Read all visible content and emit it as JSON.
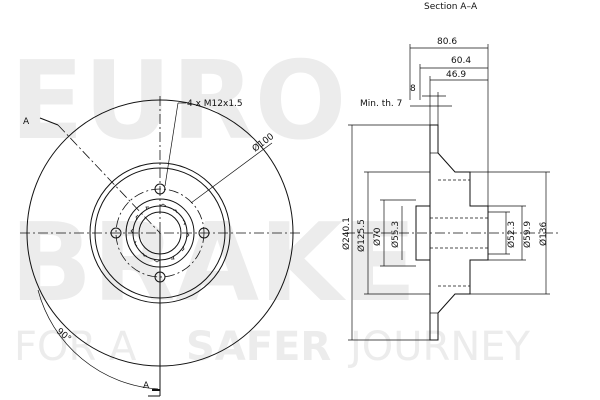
{
  "watermark": {
    "brand_line1": "EURO",
    "brand_line2": "BRAKE",
    "slogan_pre": "FOR A",
    "slogan_bold": "SAFER",
    "slogan_post": "JOURNEY"
  },
  "section_title": "Section A–A",
  "labels": {
    "bolt_callout": "4 x M12x1.5",
    "pcd": "Ø100",
    "angle": "90°",
    "section_marker_top": "A",
    "section_marker_bottom": "A",
    "min_thickness": "Min. th. 7",
    "dim_overall_width": "80.6",
    "dim_width_2": "60.4",
    "dim_width_3": "46.9",
    "dim_disc_thickness": "8",
    "dia_outer": "Ø240.1",
    "dia_2": "Ø125.5",
    "dia_3": "Ø70",
    "dia_4": "Ø55.3",
    "dia_5": "Ø52.3",
    "dia_6": "Ø59.9",
    "dia_7": "Ø136"
  }
}
